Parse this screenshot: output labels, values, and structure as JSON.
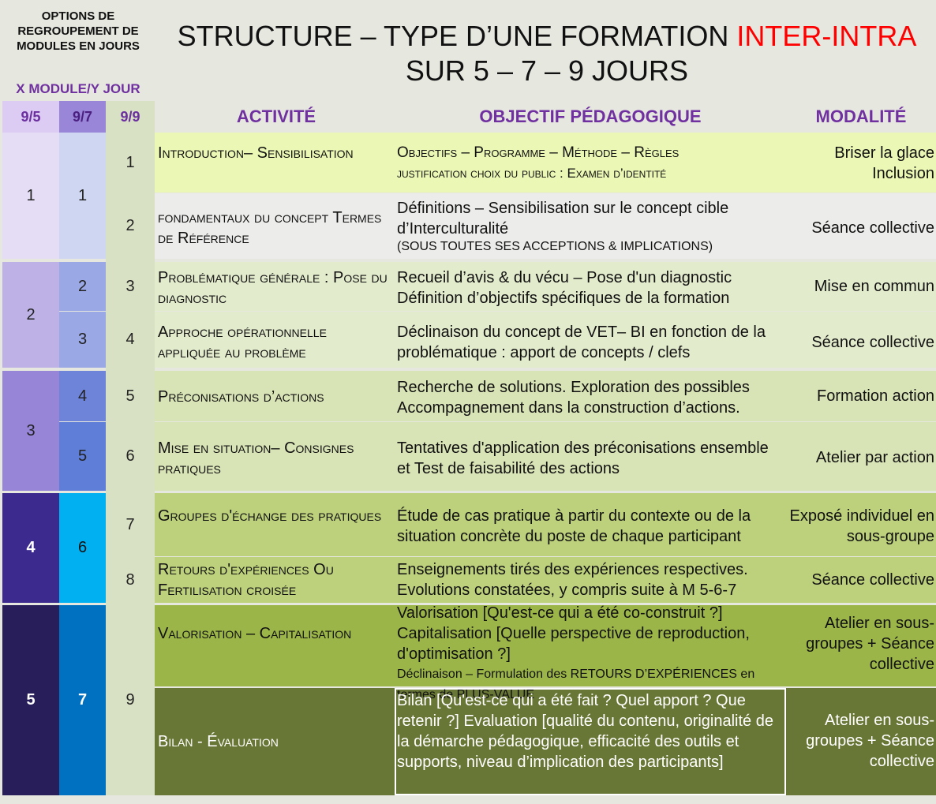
{
  "header": {
    "options_label": "OPTIONS DE REGROUPEMENT DE MODULES EN JOURS",
    "title_prefix": "STRUCTURE – TYPE D’UNE FORMATION",
    "title_highlight": "INTER-INTRA",
    "title_line2": "SUR 5 – 7 – 9 JOURS",
    "module_per_day": "X MODULE/Y JOUR"
  },
  "columns": {
    "c95": "9/5",
    "c97": "9/7",
    "c99": "9/9",
    "activity": "ACTIVITÉ",
    "objective": "OBJECTIF PÉDAGOGIQUE",
    "modality": "MODALITÉ"
  },
  "groups95": [
    "1",
    "2",
    "3",
    "4",
    "5"
  ],
  "groups97": [
    "1",
    "2",
    "3",
    "4",
    "5",
    "6",
    "7"
  ],
  "rows": [
    {
      "num": "1",
      "activity": "Introduction– Sensibilisation",
      "objective_l1": "Objectifs – Programme – Méthode – Règles",
      "objective_l2": "justification choix du public : Examen d’identité",
      "modality": "Briser la glace Inclusion"
    },
    {
      "num": "2",
      "activity": "fondamentaux du concept Termes de Référence",
      "objective_l1": "Définitions – Sensibilisation sur le concept cible d’Interculturalité",
      "objective_l2": "(SOUS TOUTES SES ACCEPTIONS & IMPLICATIONS)",
      "modality": "Séance collective"
    },
    {
      "num": "3",
      "activity": "Problématique générale : Pose du diagnostic",
      "objective_l1": "Recueil d’avis & du vécu – Pose d'un diagnostic Définition d’objectifs spécifiques de la formation",
      "objective_l2": "",
      "modality": "Mise en commun"
    },
    {
      "num": "4",
      "activity": "Approche opérationnelle appliquée au problème",
      "objective_l1": "Déclinaison du concept de VET– BI en fonction de la problématique : apport de concepts / clefs",
      "objective_l2": "",
      "modality": "Séance collective"
    },
    {
      "num": "5",
      "activity": "Préconisations d’actions",
      "objective_l1": "Recherche de solutions. Exploration des possibles Accompagnement dans la construction d’actions.",
      "objective_l2": "",
      "modality": "Formation action"
    },
    {
      "num": "6",
      "activity": "Mise en situation– Consignes pratiques",
      "objective_l1": "Tentatives d'application des préconisations ensemble et Test de faisabilité des actions",
      "objective_l2": "",
      "modality": "Atelier par action"
    },
    {
      "num": "7",
      "activity": "Groupes d'échange des pratiques",
      "objective_l1": "Étude de cas pratique à partir du contexte ou de la situation concrète du poste de chaque participant",
      "objective_l2": "",
      "modality": "Exposé individuel en sous-groupe"
    },
    {
      "num": "8",
      "activity": "Retours d'expériences Ou Fertilisation croisée",
      "objective_l1": "Enseignements tirés des expériences respectives. Evolutions constatées, y compris suite à M 5-6-7",
      "objective_l2": "",
      "modality": "Séance collective"
    },
    {
      "num": "9",
      "activity": "Valorisation – Capitalisation",
      "objective_l1": "Valorisation [Qu'est-ce qui a été co-construit ?] Capitalisation [Quelle perspective de reproduction, d'optimisation ?]",
      "objective_l2": "Déclinaison – Formulation des RETOURS D’EXPÉRIENCES en termes de PLUS-VALUE",
      "modality": "Atelier en sous-groupes + Séance collective"
    },
    {
      "num": "",
      "activity": "Bilan - Évaluation",
      "objective_l1": "Bilan [Qu'est-ce qui a été fait ? Quel apport ? Que retenir ?] Evaluation [qualité du contenu, originalité de la démarche pédagogique, efficacité des outils et supports, niveau d’implication des participants]",
      "objective_l2": "",
      "modality": "Atelier en sous-groupes + Séance collective"
    }
  ],
  "colors": {
    "title_red": "#ff0000",
    "purple_text": "#7030a0"
  }
}
